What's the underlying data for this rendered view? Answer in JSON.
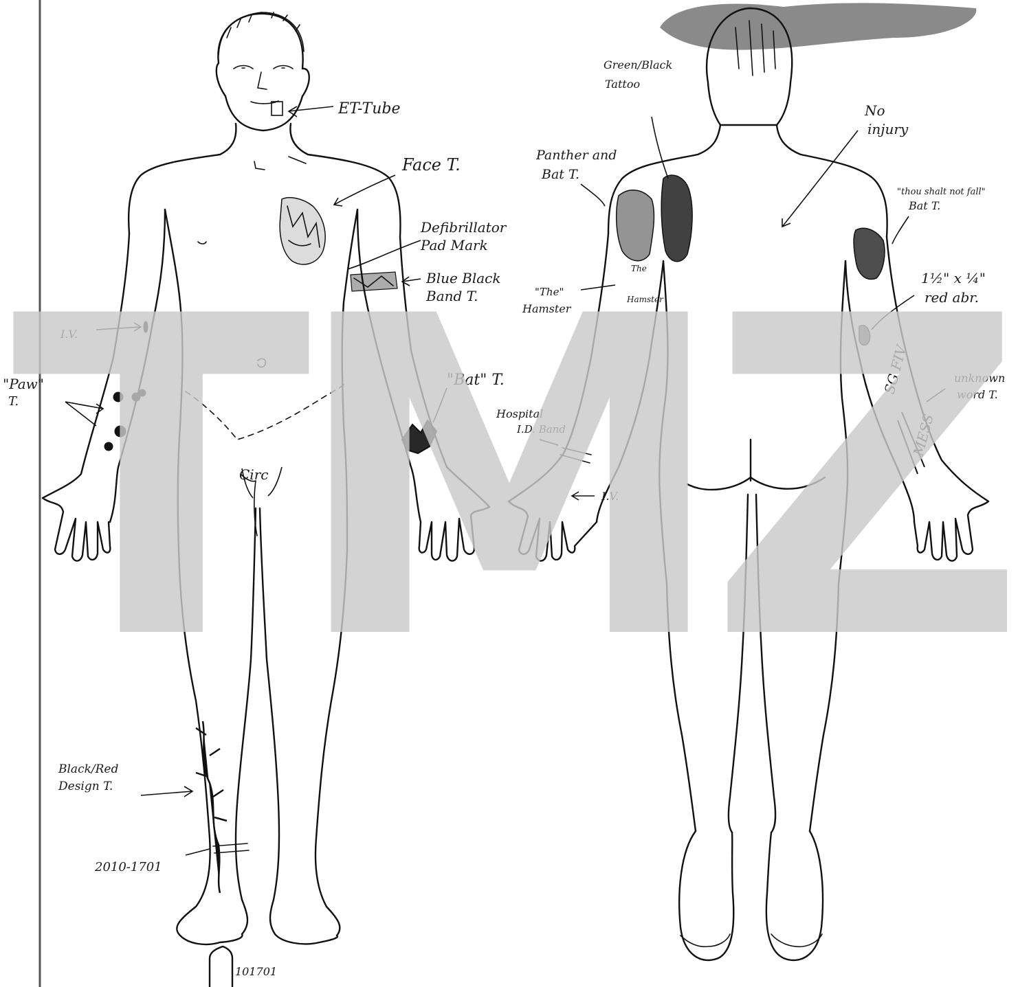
{
  "watermark": {
    "text": "TMZ",
    "color": "#c9c9c9"
  },
  "labels": {
    "et_tube": "ET-Tube",
    "face_t": "Face T.",
    "defib_1": "Defibrillator",
    "defib_2": "Pad Mark",
    "blue_band_1": "Blue Black",
    "blue_band_2": "Band T.",
    "iv_front": "I.V.",
    "paw_1": "\"Paw\"",
    "paw_2": "T.",
    "bat_front": "\"Bat\" T.",
    "circ": "Circ",
    "black_red_1": "Black/Red",
    "black_red_2": "Design T.",
    "code_2010": "2010-1701",
    "tag_number": "101701",
    "green_black_1": "Green/Black",
    "green_black_2": "Tattoo",
    "no_injury_1": "No",
    "no_injury_2": "injury",
    "panther_1": "Panther and",
    "panther_2": "Bat T.",
    "shall_1": "\"thou shalt not fall\"",
    "shall_2": "Bat T.",
    "hamster_1": "\"The\"",
    "hamster_2": "Hamster",
    "hamster_tattoo_1": "The",
    "hamster_tattoo_2": "Hamster",
    "abr_1": "1½\" x ¼\"",
    "abr_2": "red abr.",
    "hospital_1": "Hospital",
    "hospital_2": "I.D. Band",
    "iv_back": "I.V.",
    "unknown_1": "unknown",
    "unknown_2": "word T.",
    "arm_word_1": "SG FIV",
    "arm_word_2": "MESS"
  }
}
